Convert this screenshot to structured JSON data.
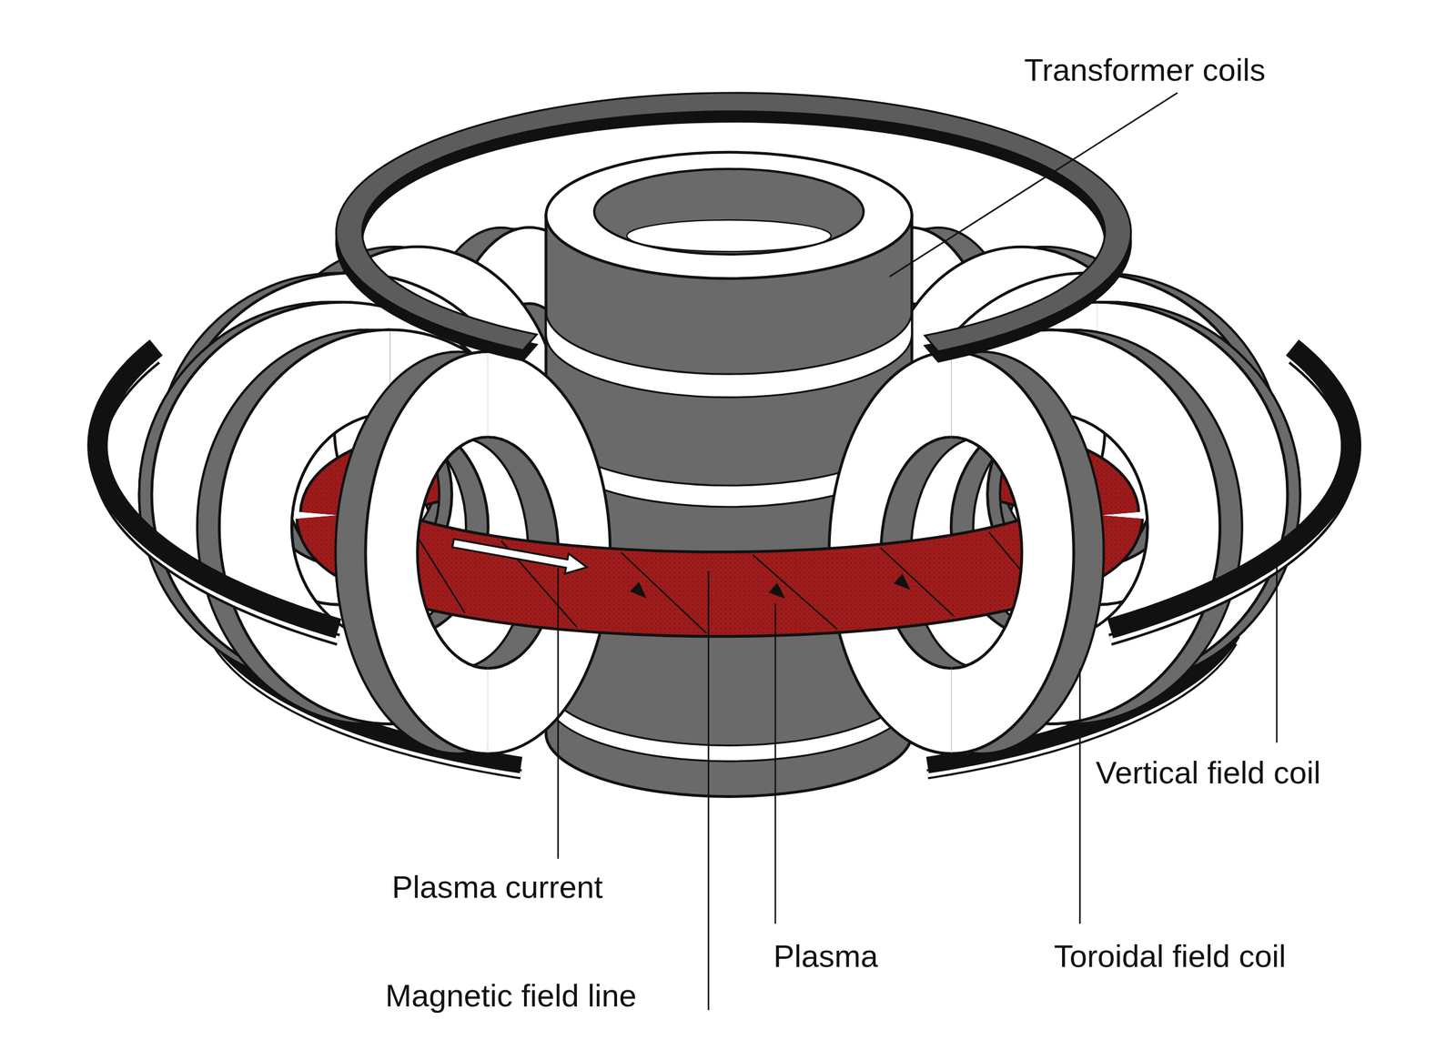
{
  "diagram": {
    "labels": [
      "Transformer coils",
      "Vertical field coil",
      "Plasma current",
      "Plasma",
      "Toroidal field coil",
      "Magnetic field line"
    ]
  }
}
